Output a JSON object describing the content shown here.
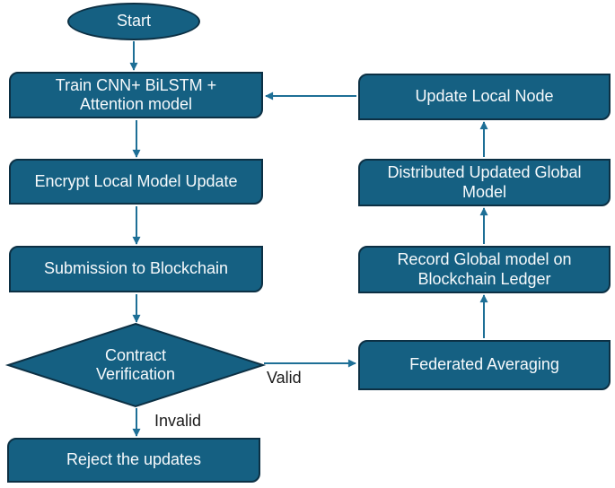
{
  "colors": {
    "node_fill": "#156082",
    "node_border": "#0c3044",
    "node_text": "#f7fafc",
    "arrow_color": "#1e6f96",
    "label_text": "#1a1a1a",
    "bg": "#ffffff"
  },
  "nodes": {
    "start": "Start",
    "train": "Train CNN+ BiLSTM +\nAttention model",
    "encrypt": "Encrypt Local Model Update",
    "submission": "Submission to Blockchain",
    "contract": "Contract\nVerification",
    "reject": "Reject the updates",
    "update_local": "Update Local Node",
    "distributed": "Distributed Updated Global\nModel",
    "record": "Record Global model on\nBlockchain Ledger",
    "federated": "Federated Averaging"
  },
  "edge_labels": {
    "valid": "Valid",
    "invalid": "Invalid"
  }
}
